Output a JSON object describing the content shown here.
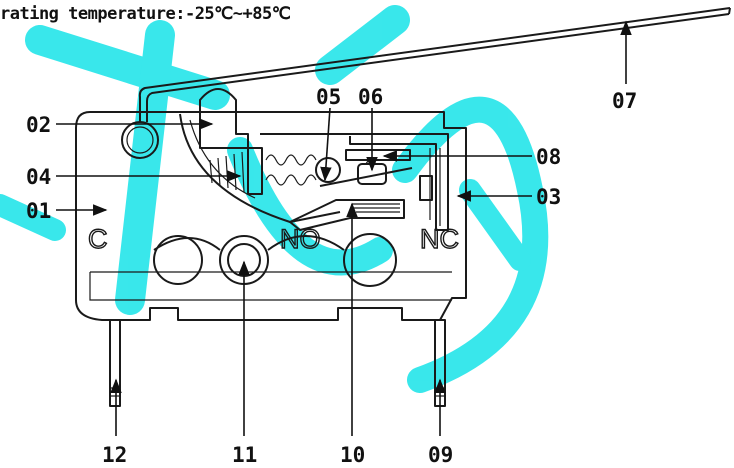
{
  "spec_text": "rating temperature:-25℃~+85℃",
  "terminals": {
    "common": "C",
    "normally_open": "NO",
    "normally_closed": "NC"
  },
  "parts": [
    "01",
    "02",
    "03",
    "04",
    "05",
    "06",
    "07",
    "08",
    "09",
    "10",
    "11",
    "12"
  ],
  "colors": {
    "line": "#1a1a1a",
    "watermark": "#2fe6ea"
  }
}
